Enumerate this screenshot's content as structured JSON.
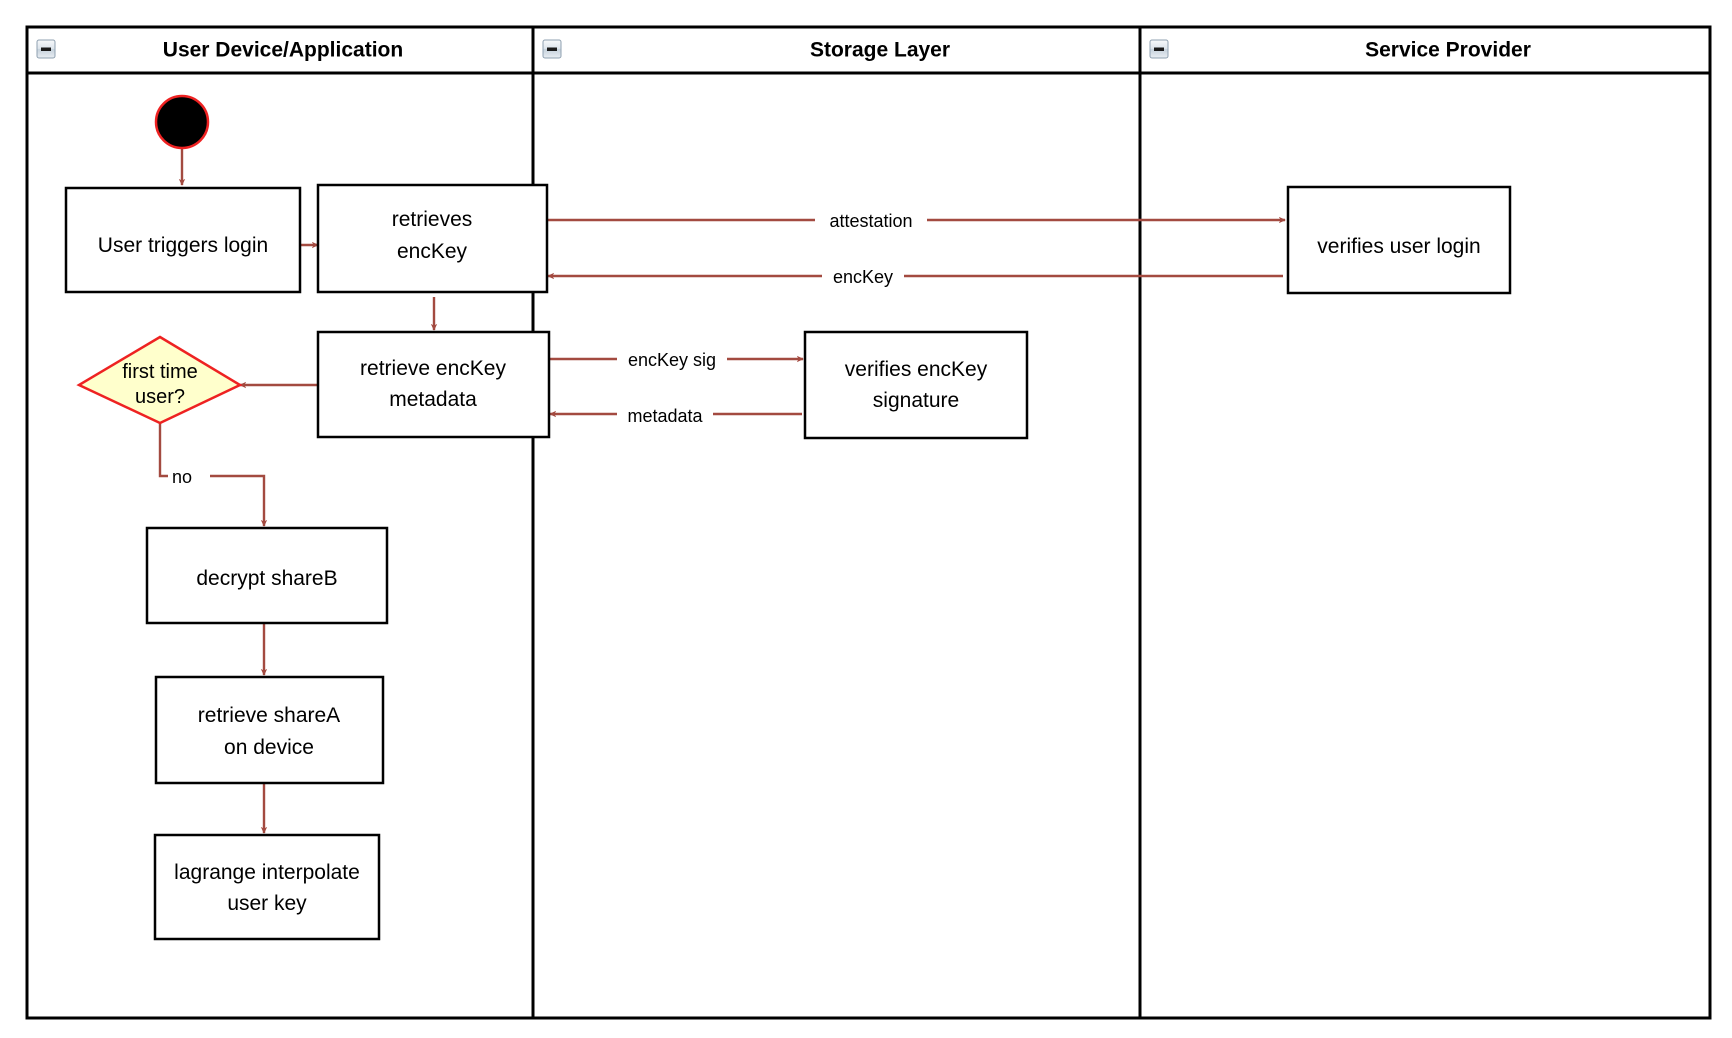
{
  "diagram": {
    "type": "swimlane-activity-diagram",
    "title_visible": false,
    "colors": {
      "frame_stroke": "#000000",
      "node_stroke": "#000000",
      "node_fill": "#ffffff",
      "flow_stroke": "#a34a40",
      "decision_fill": "#ffffcc",
      "decision_stroke": "#ee2222",
      "start_fill": "#000000",
      "start_stroke": "#ee2222",
      "text": "#000000",
      "background": "#ffffff"
    },
    "lanes": [
      {
        "id": "lane-user-device",
        "label": "User Device/Application",
        "collapse_icon": "minus-square-icon"
      },
      {
        "id": "lane-storage",
        "label": "Storage Layer",
        "collapse_icon": "minus-square-icon"
      },
      {
        "id": "lane-service-provider",
        "label": "Service Provider",
        "collapse_icon": "minus-square-icon"
      }
    ],
    "nodes": [
      {
        "id": "start",
        "shape": "initial-node",
        "lane": "lane-user-device",
        "label": ""
      },
      {
        "id": "user-triggers-login",
        "shape": "activity",
        "lane": "lane-user-device",
        "lines": [
          "User triggers login"
        ]
      },
      {
        "id": "retrieves-enckey",
        "shape": "activity",
        "lane": "lane-user-device",
        "lines": [
          "retrieves",
          "encKey"
        ]
      },
      {
        "id": "retrieve-enckey-metadata",
        "shape": "activity",
        "lane": "lane-user-device",
        "lines": [
          "retrieve encKey",
          "metadata"
        ]
      },
      {
        "id": "first-time-user",
        "shape": "decision",
        "lane": "lane-user-device",
        "lines": [
          "first time",
          "user?"
        ]
      },
      {
        "id": "decrypt-shareb",
        "shape": "activity",
        "lane": "lane-user-device",
        "lines": [
          "decrypt shareB"
        ]
      },
      {
        "id": "retrieve-sharea-on-device",
        "shape": "activity",
        "lane": "lane-user-device",
        "lines": [
          "retrieve shareA",
          "on device"
        ]
      },
      {
        "id": "lagrange-interpolate-user-key",
        "shape": "activity",
        "lane": "lane-user-device",
        "lines": [
          "lagrange interpolate",
          "user key"
        ]
      },
      {
        "id": "verifies-enckey-signature",
        "shape": "activity",
        "lane": "lane-storage",
        "lines": [
          "verifies encKey",
          "signature"
        ]
      },
      {
        "id": "verifies-user-login",
        "shape": "activity",
        "lane": "lane-service-provider",
        "lines": [
          "verifies user login"
        ]
      }
    ],
    "edges": [
      {
        "id": "edge-start-to-login",
        "from": "start",
        "to": "user-triggers-login",
        "label": ""
      },
      {
        "id": "edge-login-to-retrieves",
        "from": "user-triggers-login",
        "to": "retrieves-enckey",
        "label": ""
      },
      {
        "id": "edge-attestation",
        "from": "retrieves-enckey",
        "to": "verifies-user-login",
        "label": "attestation"
      },
      {
        "id": "edge-enckey-return",
        "from": "verifies-user-login",
        "to": "retrieves-enckey",
        "label": "encKey"
      },
      {
        "id": "edge-retrieves-to-metadata",
        "from": "retrieves-enckey",
        "to": "retrieve-enckey-metadata",
        "label": ""
      },
      {
        "id": "edge-enckey-sig",
        "from": "retrieve-enckey-metadata",
        "to": "verifies-enckey-signature",
        "label": "encKey sig"
      },
      {
        "id": "edge-metadata-return",
        "from": "verifies-enckey-signature",
        "to": "retrieve-enckey-metadata",
        "label": "metadata"
      },
      {
        "id": "edge-metadata-to-decision",
        "from": "retrieve-enckey-metadata",
        "to": "first-time-user",
        "label": ""
      },
      {
        "id": "edge-decision-no",
        "from": "first-time-user",
        "to": "decrypt-shareb",
        "label": "no"
      },
      {
        "id": "edge-decrypt-to-sharea",
        "from": "decrypt-shareb",
        "to": "retrieve-sharea-on-device",
        "label": ""
      },
      {
        "id": "edge-sharea-to-lagrange",
        "from": "retrieve-sharea-on-device",
        "to": "lagrange-interpolate-user-key",
        "label": ""
      }
    ]
  }
}
